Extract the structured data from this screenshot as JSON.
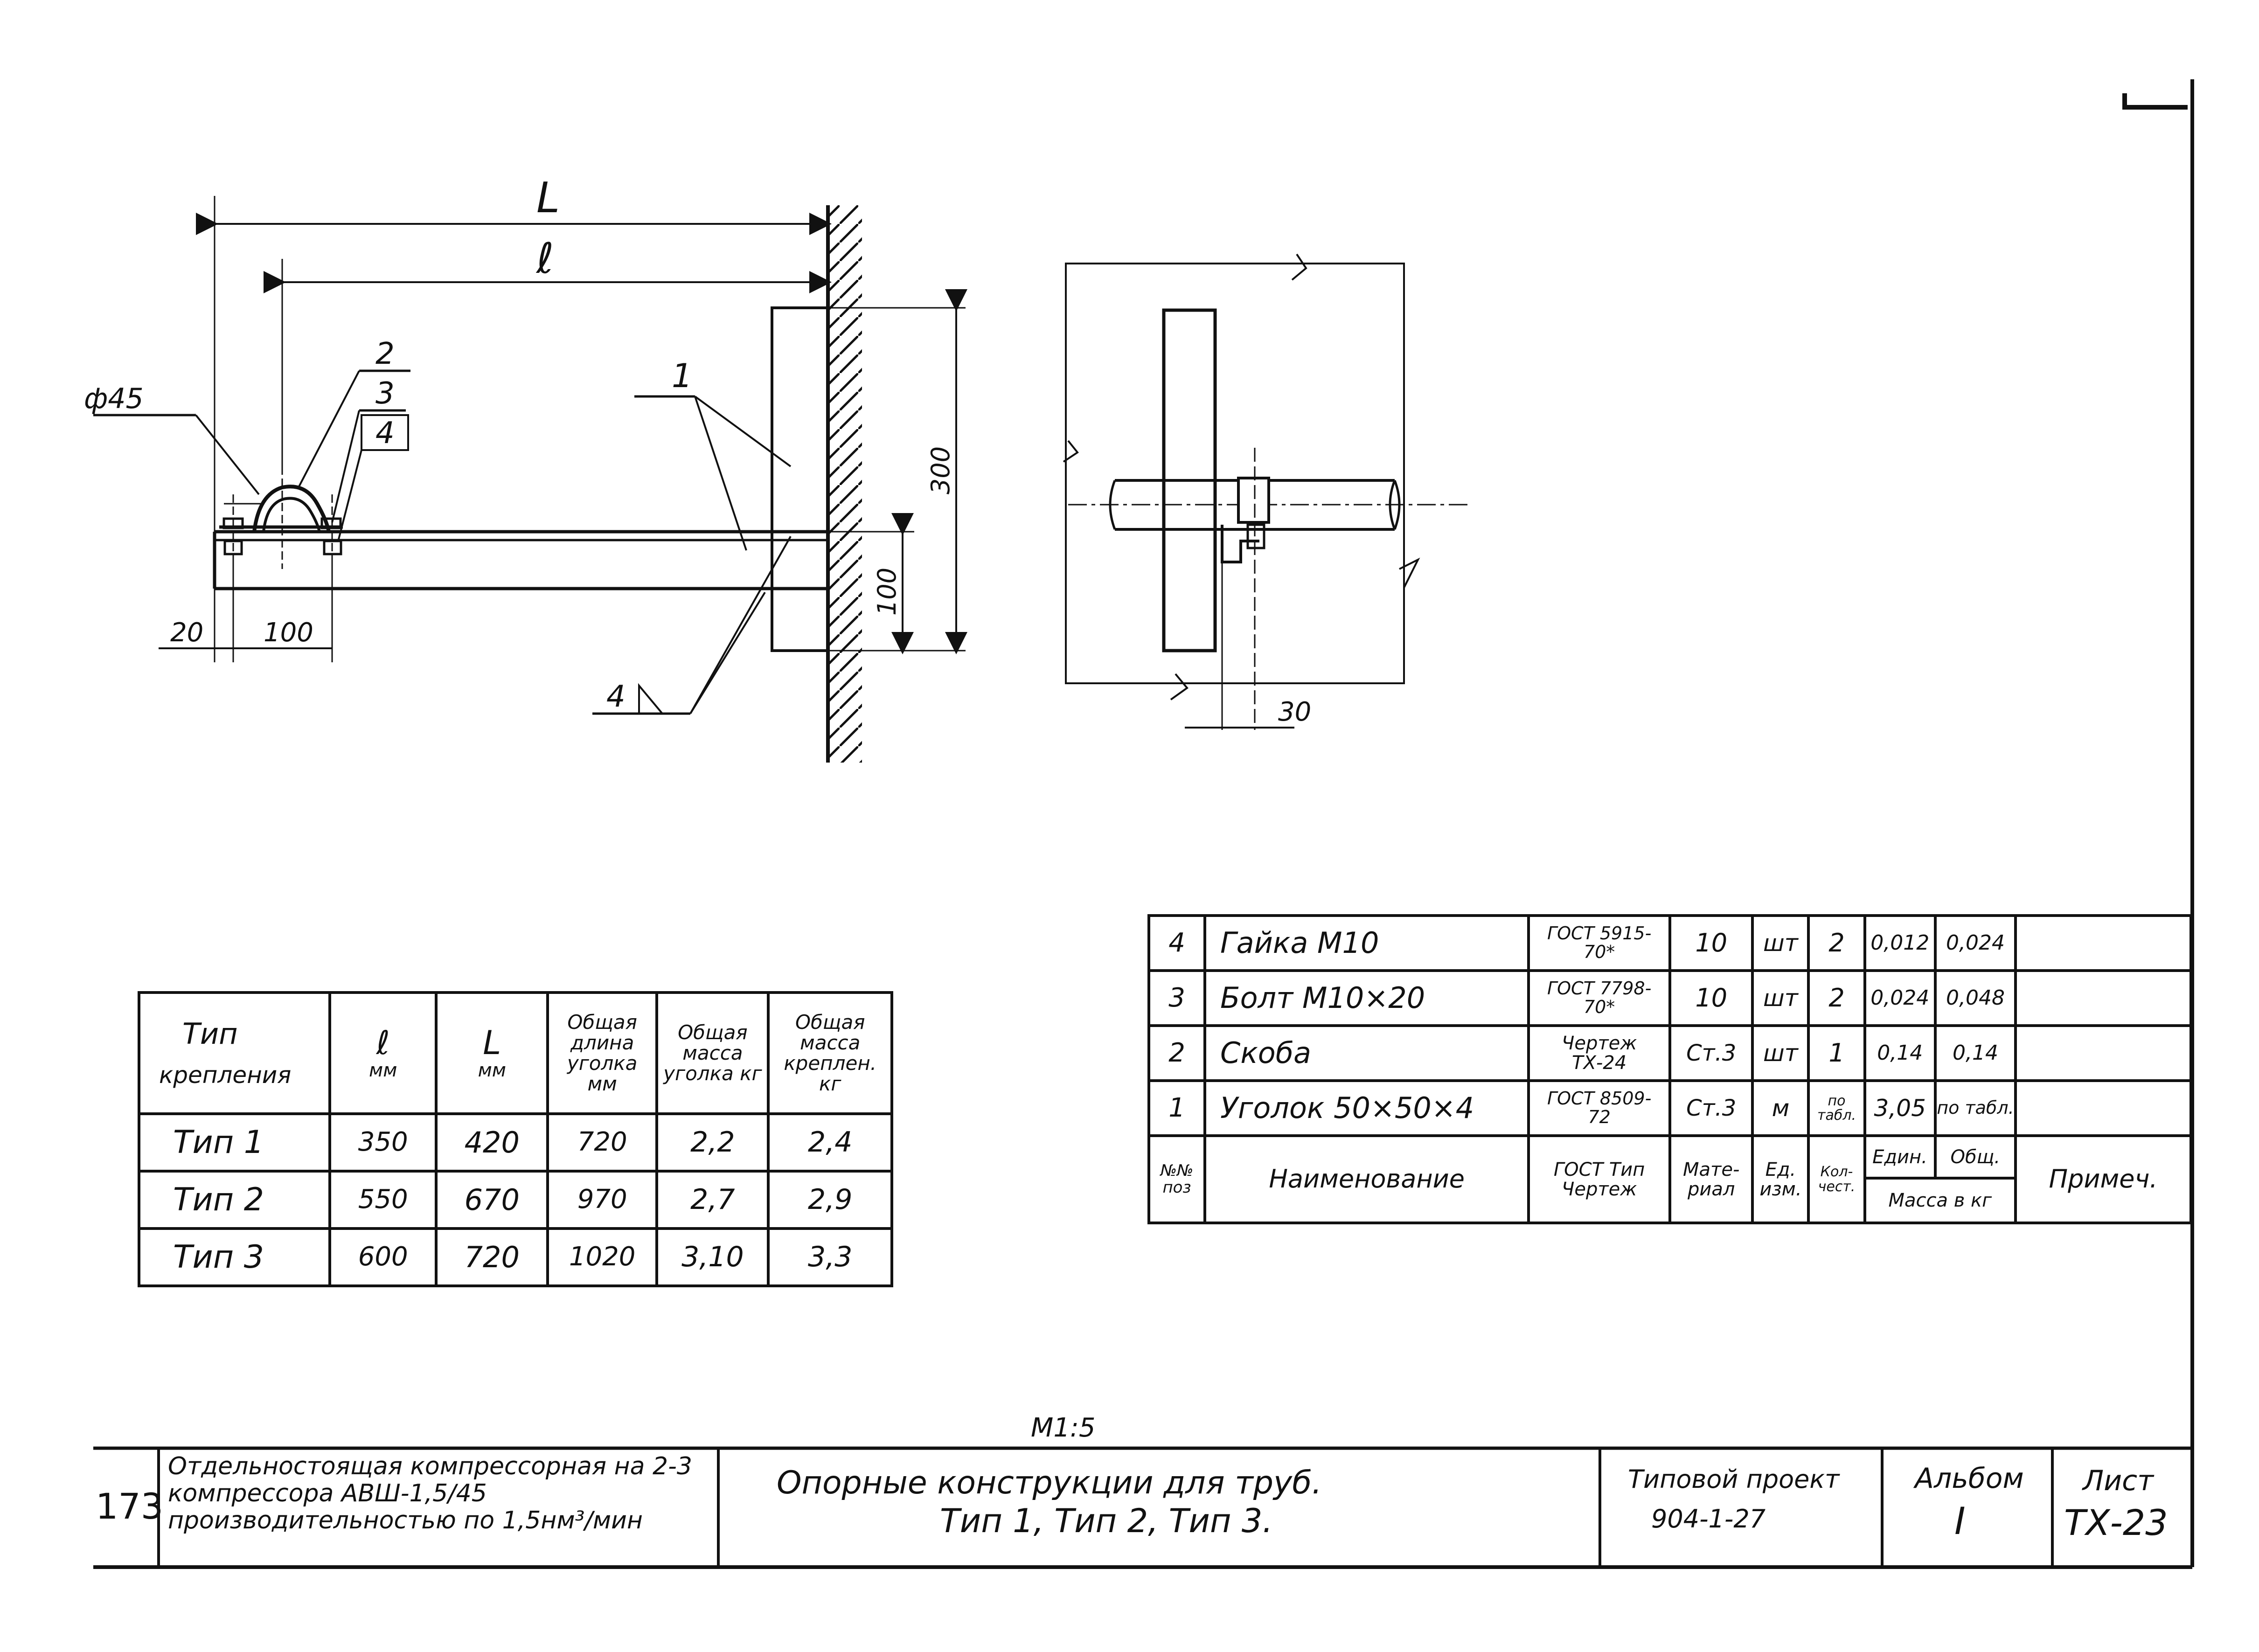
{
  "labels": {
    "L": "L",
    "l": "ℓ",
    "phi45": "ф45",
    "pos1": "1",
    "pos2": "2",
    "pos3": "3",
    "pos4": "4",
    "weld4": "4",
    "dim20": "20",
    "dim100h": "100",
    "dim100v": "100",
    "dim300": "300",
    "dim30": "30",
    "scale": "М1:5"
  },
  "type_table": {
    "headers": [
      "Тип крепления",
      "ℓ мм",
      "L мм",
      "Общая длина уголка мм",
      "Общая масса уголка кг",
      "Общая масса креплен. кг"
    ],
    "header_type_l1": "Тип",
    "header_type_l2": "крепления",
    "header_l_sym": "ℓ",
    "header_L_sym": "L",
    "header_unit_mm": "мм",
    "header_unit_mm2": "мм",
    "header_len": "Общая длина уголка мм",
    "header_mass_angle": "Общая масса уголка кг",
    "header_mass_fix": "Общая масса креплен. кг",
    "rows": [
      {
        "type": "Тип 1",
        "l": "350",
        "L": "420",
        "len": "720",
        "mass_angle": "2,2",
        "mass_fix": "2,4"
      },
      {
        "type": "Тип 2",
        "l": "550",
        "L": "670",
        "len": "970",
        "mass_angle": "2,7",
        "mass_fix": "2,9"
      },
      {
        "type": "Тип 3",
        "l": "600",
        "L": "720",
        "len": "1020",
        "mass_angle": "3,10",
        "mass_fix": "3,3"
      }
    ]
  },
  "spec_table": {
    "rows": [
      {
        "pos": "4",
        "name": "Гайка  М10",
        "doc": "ГОСТ 5915-70*",
        "material": "10",
        "unit": "шт",
        "qty": "2",
        "unit_mass": "0,012",
        "total_mass": "0,024",
        "note": ""
      },
      {
        "pos": "3",
        "name": "Болт  М10×20",
        "doc": "ГОСТ 7798-70*",
        "material": "10",
        "unit": "шт",
        "qty": "2",
        "unit_mass": "0,024",
        "total_mass": "0,048",
        "note": ""
      },
      {
        "pos": "2",
        "name": "Скоба",
        "doc": "Чертеж ТХ-24",
        "material": "Ст.3",
        "unit": "шт",
        "qty": "1",
        "unit_mass": "0,14",
        "total_mass": "0,14",
        "note": ""
      },
      {
        "pos": "1",
        "name": "Уголок  50×50×4",
        "doc": "ГОСТ 8509-72",
        "material": "Ст.3",
        "unit": "м",
        "qty": "по табл.",
        "unit_mass": "3,05",
        "total_mass": "по табл.",
        "note": ""
      }
    ],
    "header": {
      "pos": "№№ поз",
      "name": "Наименование",
      "doc": "ГОСТ Тип Чертеж",
      "material": "Мате-риал",
      "unit": "Ед. изм.",
      "qty": "Кол-чест.",
      "unit_mass": "Един.",
      "total_mass": "Общ.",
      "mass_caption": "Масса в кг",
      "note": "Примеч."
    }
  },
  "title_block": {
    "sheet_ref": "173",
    "project_desc": "Отдельностоящая компрессорная на 2-3 компрессора АВШ-1,5/45 производительностью по 1,5нм³/мин",
    "title_line1": "Опорные  конструкции для  труб.",
    "title_line2": "Тип 1,  Тип 2,  Тип 3.",
    "project_label": "Типовой проект",
    "project_no": "904-1-27",
    "album_label": "Альбом",
    "album_no": "I",
    "sheet_label": "Лист",
    "sheet_no": "ТХ-23"
  }
}
